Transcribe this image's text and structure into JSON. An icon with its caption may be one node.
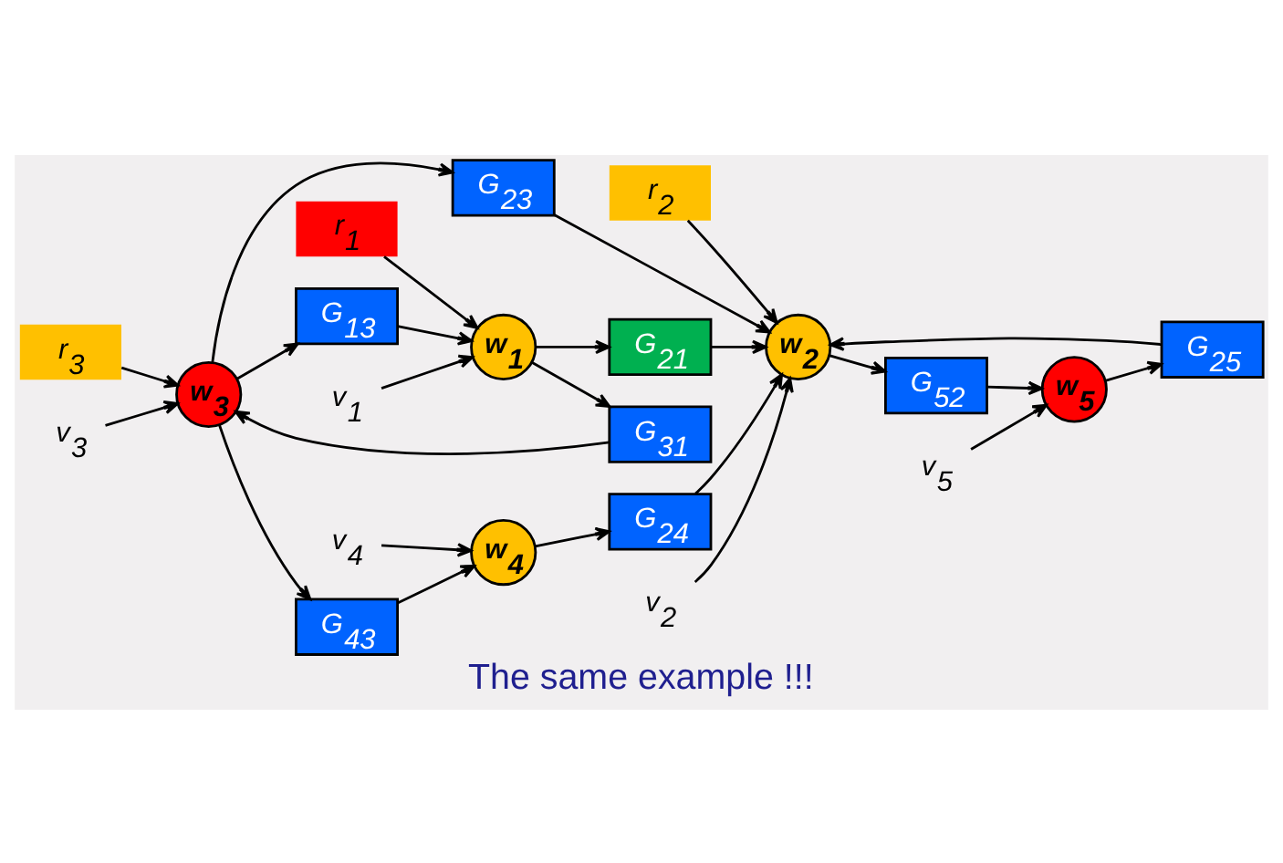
{
  "diagram": {
    "caption": "The same example !!!",
    "nodes": [
      {
        "text": [
          "r$_{3}$"
        ]
      },
      {
        "text": [
          "v$_{3}$"
        ]
      },
      {
        "text": [
          "w$_{3}$"
        ]
      },
      {
        "text": [
          "G$_{43}$"
        ]
      },
      {
        "text": [
          "v$_{4}$"
        ]
      },
      {
        "text": [
          "w$_{4}$"
        ]
      },
      {
        "text": [
          "G$_{13}$"
        ]
      },
      {
        "text": [
          "G$_{31}$"
        ]
      },
      {
        "text": [
          "G$_{23}$"
        ]
      },
      {
        "text": [
          "G$_{24}$"
        ]
      },
      {
        "text": [
          "v$_{1}$"
        ]
      },
      {
        "text": [
          "w$_{1}$"
        ]
      },
      {
        "text": [
          "G$_{21}$"
        ]
      },
      {
        "text": [
          "w$_{2}$"
        ]
      },
      {
        "text": [
          "G$_{25}$"
        ]
      },
      {
        "text": [
          "w$_{5}$"
        ]
      },
      {
        "text": [
          "v$_{5}$"
        ]
      },
      {
        "text": [
          "r$_{1}$"
        ]
      },
      {
        "text": [
          "v$_{2}$"
        ]
      },
      {
        "text": [
          "r$_{2}$"
        ]
      },
      {
        "text": [
          "G$_{52}$"
        ]
      }
    ],
    "edges": [
      {
        "from": 0,
        "to": 2,
        "arrow": "to"
      },
      {
        "from": 1,
        "to": 2,
        "arrow": "to"
      },
      {
        "from": 2,
        "to": 3,
        "arrow": "to"
      },
      {
        "from": 3,
        "to": 5,
        "arrow": "to"
      },
      {
        "from": 4,
        "to": 5,
        "arrow": "to"
      },
      {
        "from": 2,
        "to": 6,
        "arrow": "to"
      },
      {
        "from": 2,
        "to": 8,
        "arrow": "to"
      },
      {
        "from": 7,
        "to": 2,
        "arrow": "to"
      },
      {
        "from": 5,
        "to": 9,
        "arrow": "to"
      },
      {
        "from": 6,
        "to": 11,
        "arrow": "to"
      },
      {
        "from": 11,
        "to": 7,
        "arrow": "to"
      },
      {
        "from": 10,
        "to": 11,
        "arrow": "to"
      },
      {
        "from": 17,
        "to": 11,
        "arrow": "to"
      },
      {
        "from": 11,
        "to": 12,
        "arrow": "to"
      },
      {
        "from": 12,
        "to": 13,
        "arrow": "to"
      },
      {
        "from": 8,
        "to": 13,
        "arrow": "to"
      },
      {
        "from": 9,
        "to": 13,
        "arrow": "to"
      },
      {
        "from": 14,
        "to": 13,
        "arrow": "to"
      },
      {
        "from": 18,
        "to": 13,
        "arrow": "to"
      },
      {
        "from": 19,
        "to": 13,
        "arrow": "to"
      },
      {
        "from": 13,
        "to": 20,
        "arrow": "to"
      },
      {
        "from": 20,
        "to": 15,
        "arrow": "to"
      },
      {
        "from": 15,
        "to": 14,
        "arrow": "to"
      },
      {
        "from": 16,
        "to": 15,
        "arrow": "to"
      }
    ]
  }
}
